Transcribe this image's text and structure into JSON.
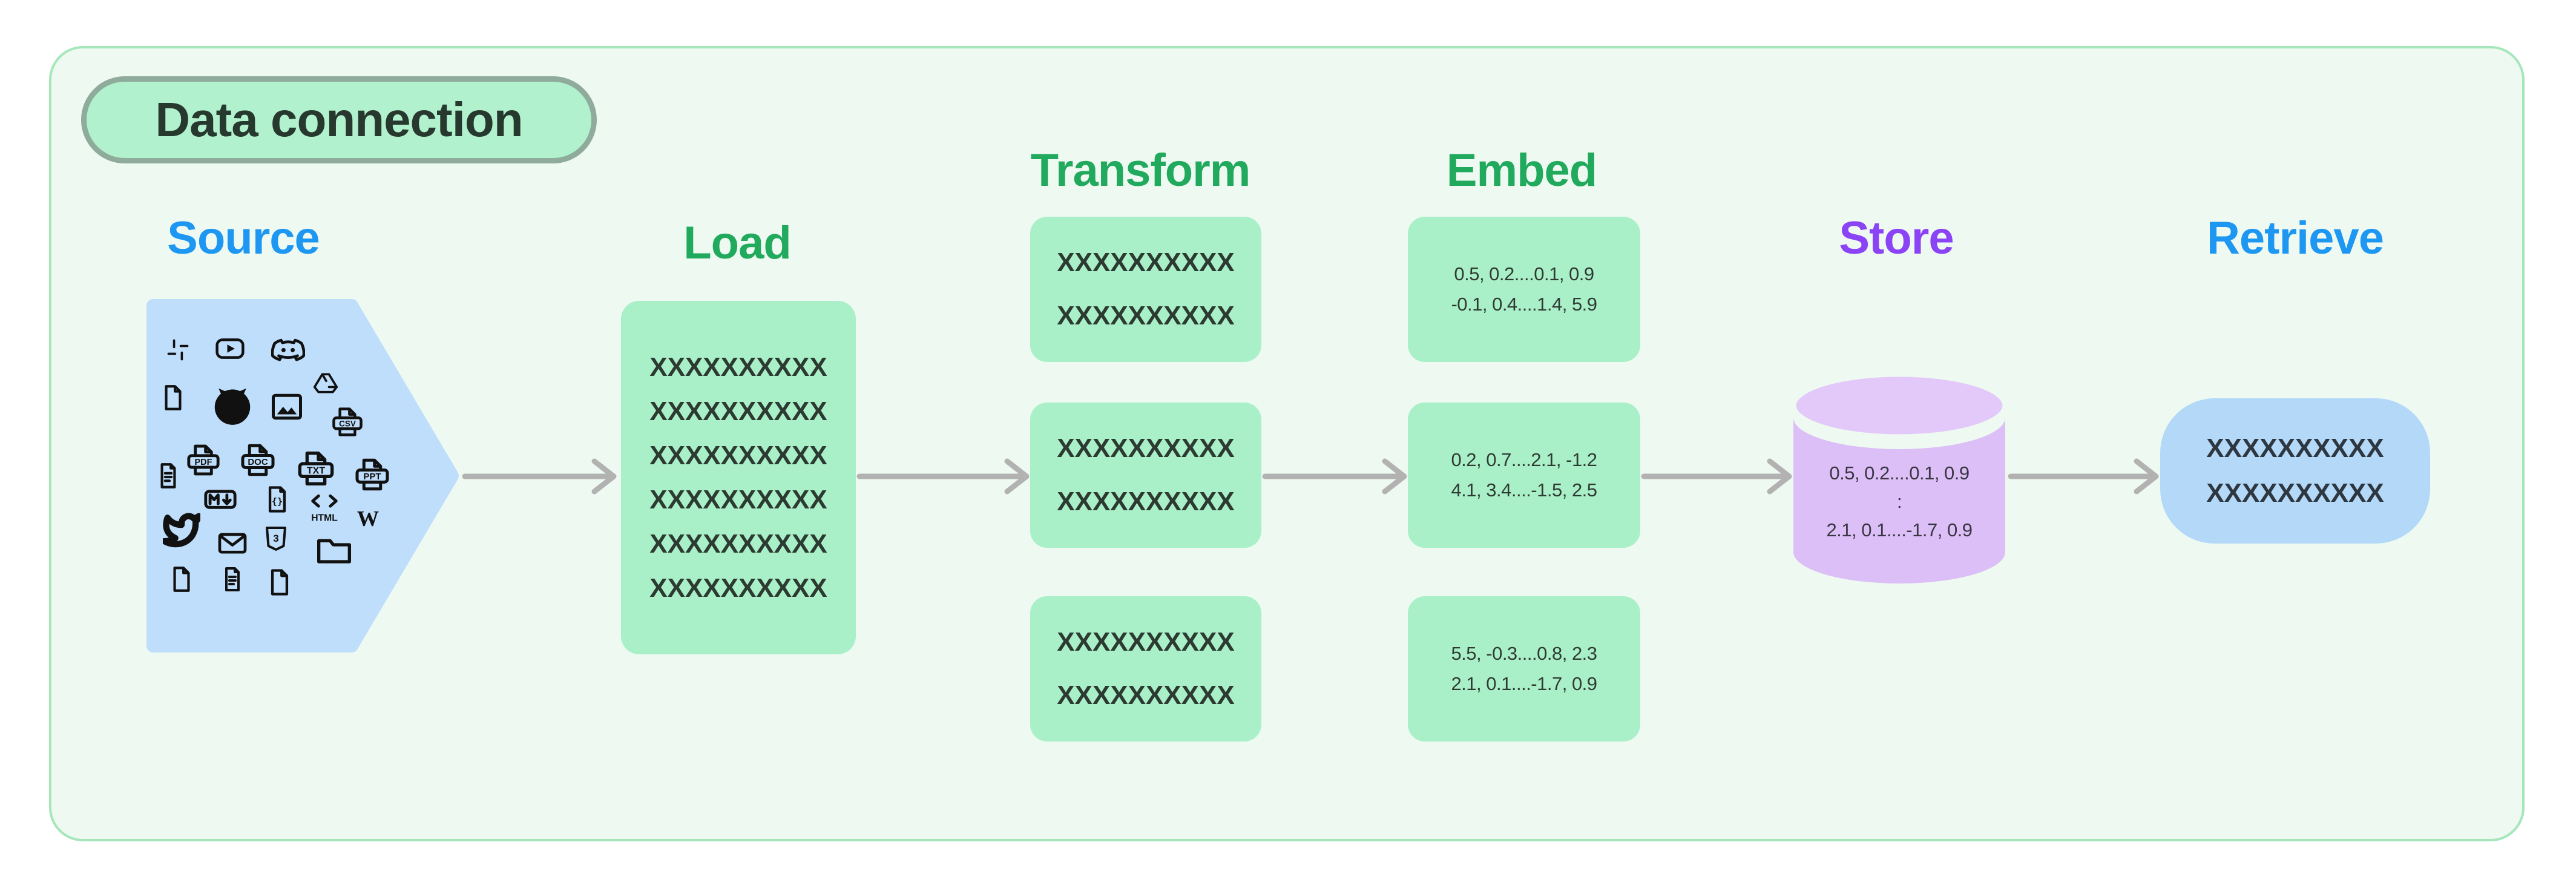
{
  "badge": {
    "label": "Data connection"
  },
  "colors": {
    "page_bg": "#ffffff",
    "panel_bg": "#eefaf1",
    "panel_border": "#a7e6bb",
    "badge_bg": "#b1f1cd",
    "badge_border": "#8fab9b",
    "green_box": "#a9f0c8",
    "source_shape_blue": "#bfdefb",
    "retrieve_box_blue": "#b3d8f8",
    "cylinder_body": "#dcbff6",
    "cylinder_lid": "#e3c9f9",
    "title_green": "#21a95d",
    "title_blue": "#1e97f2",
    "title_purple": "#8b43f6",
    "arrow_gray": "#b2b2b2",
    "icon_black": "#111111"
  },
  "sections": {
    "source": {
      "title": "Source"
    },
    "load": {
      "title": "Load",
      "lines": [
        "XXXXXXXXXX",
        "XXXXXXXXXX",
        "XXXXXXXXXX",
        "XXXXXXXXXX",
        "XXXXXXXXXX",
        "XXXXXXXXXX"
      ]
    },
    "transform": {
      "title": "Transform",
      "boxes": [
        [
          "XXXXXXXXXX",
          "XXXXXXXXXX"
        ],
        [
          "XXXXXXXXXX",
          "XXXXXXXXXX"
        ],
        [
          "XXXXXXXXXX",
          "XXXXXXXXXX"
        ]
      ]
    },
    "embed": {
      "title": "Embed",
      "boxes": [
        [
          "0.5, 0.2....0.1, 0.9",
          "-0.1, 0.4....1.4, 5.9"
        ],
        [
          "0.2, 0.7....2.1, -1.2",
          "4.1, 3.4....-1.5, 2.5"
        ],
        [
          "5.5, -0.3....0.8, 2.3",
          "2.1, 0.1....-1.7, 0.9"
        ]
      ]
    },
    "store": {
      "title": "Store",
      "lines": [
        "0.5, 0.2....0.1, 0.9",
        ":",
        "2.1, 0.1....-1.7, 0.9"
      ]
    },
    "retrieve": {
      "title": "Retrieve",
      "lines": [
        "XXXXXXXXXX",
        "XXXXXXXXXX"
      ]
    }
  },
  "source_icons": [
    {
      "name": "slack-icon",
      "glyph": "slack"
    },
    {
      "name": "youtube-icon",
      "glyph": "youtube"
    },
    {
      "name": "discord-icon",
      "glyph": "discord"
    },
    {
      "name": "file-icon",
      "glyph": "file"
    },
    {
      "name": "github-icon",
      "glyph": "github"
    },
    {
      "name": "image-icon",
      "glyph": "image"
    },
    {
      "name": "google-drive-icon",
      "glyph": "gdrive"
    },
    {
      "name": "csv-file-icon",
      "glyph": "filetype",
      "label": "CSV"
    },
    {
      "name": "document-lines-icon",
      "glyph": "file-lines"
    },
    {
      "name": "pdf-file-icon",
      "glyph": "filetype",
      "label": "PDF"
    },
    {
      "name": "doc-file-icon",
      "glyph": "filetype",
      "label": "DOC"
    },
    {
      "name": "txt-file-icon",
      "glyph": "filetype",
      "label": "TXT"
    },
    {
      "name": "ppt-file-icon",
      "glyph": "filetype",
      "label": "PPT"
    },
    {
      "name": "markdown-icon",
      "glyph": "markdown"
    },
    {
      "name": "code-file-icon",
      "glyph": "code-file",
      "label": "{}"
    },
    {
      "name": "html-icon",
      "glyph": "html",
      "label": "HTML"
    },
    {
      "name": "wikipedia-icon",
      "glyph": "wikipedia",
      "label": "W"
    },
    {
      "name": "twitter-icon",
      "glyph": "twitter"
    },
    {
      "name": "email-icon",
      "glyph": "envelope"
    },
    {
      "name": "css3-icon",
      "glyph": "css",
      "label": "3"
    },
    {
      "name": "folder-icon",
      "glyph": "folder"
    },
    {
      "name": "file-icon",
      "glyph": "file"
    },
    {
      "name": "document-lines-icon",
      "glyph": "file-lines"
    },
    {
      "name": "file-icon",
      "glyph": "file"
    }
  ]
}
